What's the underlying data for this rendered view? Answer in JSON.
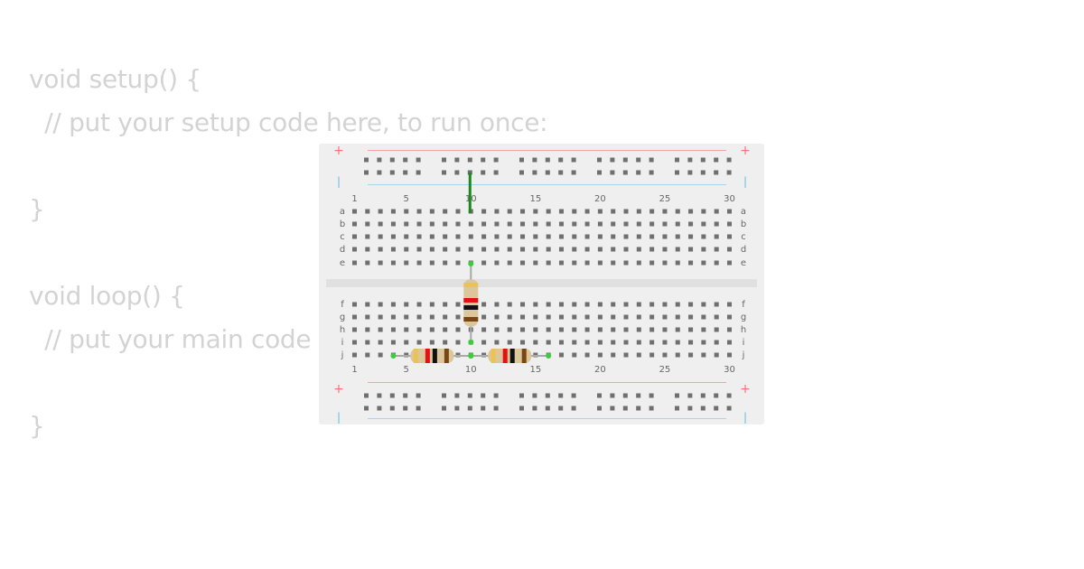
{
  "editor": {
    "lines": [
      "void setup() {",
      "  // put your setup code here, to run once:",
      "",
      "}",
      "",
      "void loop() {",
      "  // put your main code here, to run repeatedly:",
      "",
      "}"
    ]
  },
  "breadboard": {
    "rows_top": [
      "a",
      "b",
      "c",
      "d",
      "e"
    ],
    "rows_bottom": [
      "f",
      "g",
      "h",
      "i",
      "j"
    ],
    "column_labels": [
      "1",
      "5",
      "10",
      "15",
      "20",
      "25",
      "30"
    ],
    "rail_plus": "+",
    "rail_minus": "|"
  },
  "components": {
    "wire": {
      "color": "#1b8a1b"
    },
    "resistors": [
      {
        "name": "vertical",
        "bands": [
          "#e9c453",
          "#e60f14",
          "#111111",
          "#7b4616"
        ]
      },
      {
        "name": "left",
        "bands": [
          "#e9c453",
          "#e60f14",
          "#111111",
          "#7b4616"
        ]
      },
      {
        "name": "right",
        "bands": [
          "#e9c453",
          "#e60f14",
          "#111111",
          "#7b4616"
        ]
      }
    ],
    "pin_color": "#3ecb3e"
  }
}
